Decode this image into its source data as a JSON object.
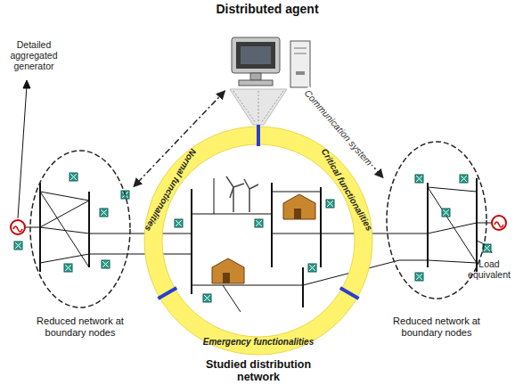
{
  "diagram": {
    "nodes": [
      {
        "text": [
          "Studied distribution network"
        ]
      },
      {
        "text": [
          "Distributed agent"
        ]
      },
      {
        "text": [
          "Reduced network at boundary nodes"
        ]
      },
      {
        "text": [
          "Reduced network at boundary nodes"
        ]
      }
    ],
    "edges": [
      {
        "from": 1,
        "to": 2,
        "arrow": "both"
      },
      {
        "from": 1,
        "to": 3,
        "label": "Communication system",
        "arrow": "both"
      }
    ],
    "labels": [
      "Detailed aggregated generator",
      "Load equivalent",
      "Normal functionalities",
      "Critical functionalities",
      "Emergency functionalities"
    ]
  }
}
